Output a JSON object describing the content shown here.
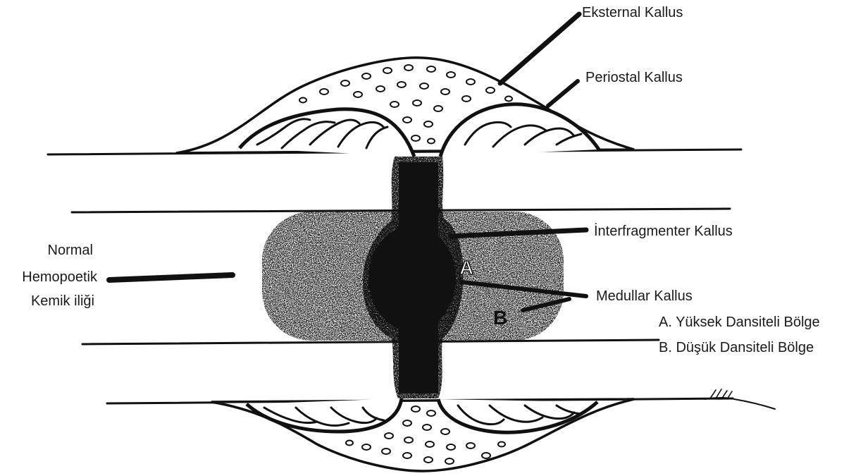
{
  "labels": {
    "eksternal_kallus": "Eksternal Kallus",
    "periostal_kallus": "Periostal Kallus",
    "interfragmenter_kallus": "İnterfragmenter Kallus",
    "medullar_kallus": "Medullar Kallus",
    "yuksek_dansiteli": "A. Yüksek Dansiteli Bölge",
    "dusuk_dansiteli": "B. Düşük Dansiteli Bölge",
    "normal": "Normal",
    "hemopoetik": "Hemopoetik",
    "kemik_iligi": "Kemik iliği"
  },
  "markers": {
    "a": "A",
    "b": "B"
  },
  "colors": {
    "ink": "#111111",
    "background": "#ffffff",
    "stipple": "#333333",
    "letter_a_fill": "#ffffff",
    "letter_b_fill": "#111111"
  }
}
